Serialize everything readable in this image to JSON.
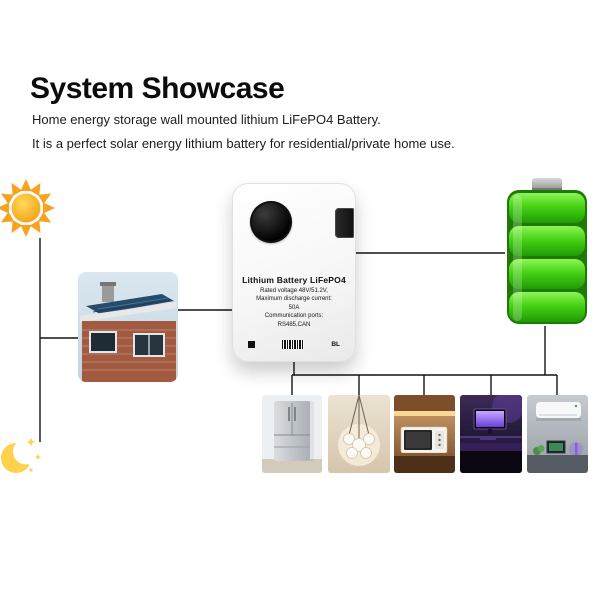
{
  "header": {
    "title": "System Showcase",
    "subtitle1": "Home energy storage wall mounted lithium LiFePO4 Battery.",
    "subtitle2": "It is a perfect solar energy lithium battery for residential/private home use."
  },
  "device": {
    "label_title": "Lithium Battery LiFePO4",
    "label_lines": [
      "Rated voltage 48V/51.2V,",
      "Maximum discharge current:",
      "50A",
      "Communication ports:",
      "RS485,CAN"
    ],
    "label_mark": "BL"
  },
  "icons": {
    "sun": "sun-icon",
    "moon": "moon-with-stars-icon",
    "battery": "green-battery-icon"
  },
  "photos": {
    "house": "house-with-rooftop-solar-panels",
    "fridge": "refrigerator",
    "lamp": "ceiling-pendant-lamp",
    "microwave": "microwave-in-kitchen",
    "computer": "computer-desk-setup",
    "ac": "wall-air-conditioner"
  },
  "colors": {
    "sun_yellow": "#F6A41F",
    "moon_yellow": "#FFD24D",
    "battery_green": "#3CCB10",
    "connector_line": "#141414"
  }
}
